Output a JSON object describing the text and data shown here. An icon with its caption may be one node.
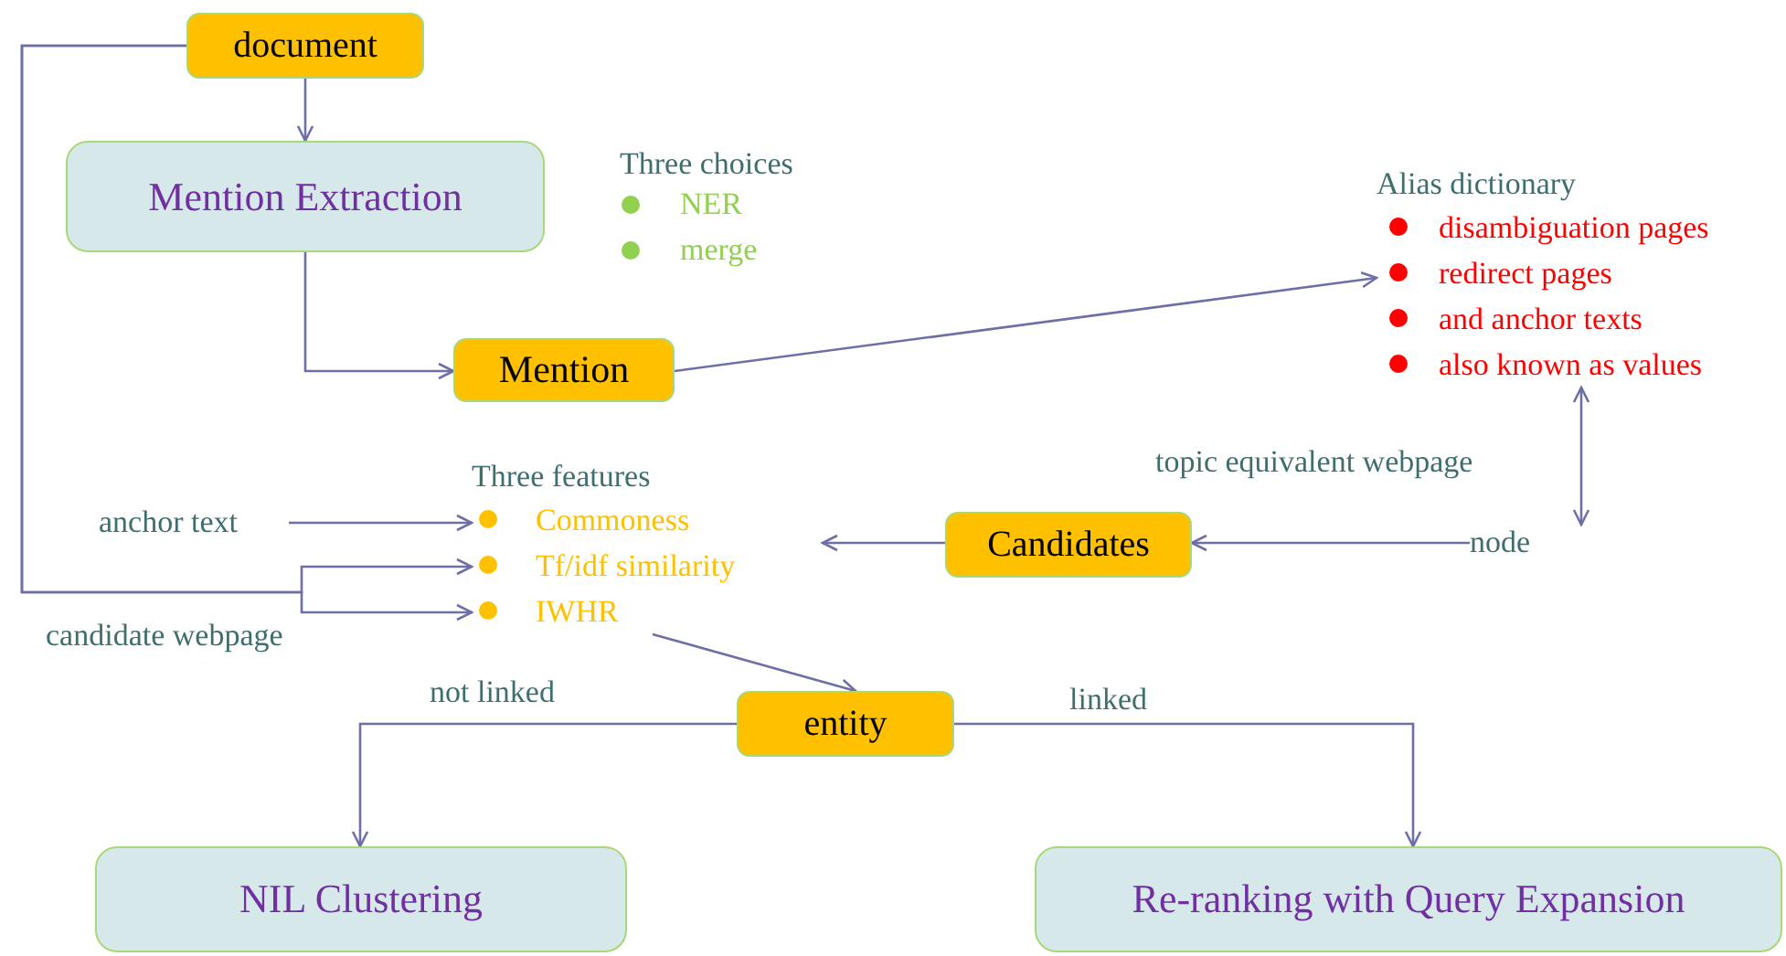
{
  "diagram": {
    "nodes": [
      {
        "text": [
          "document"
        ]
      },
      {
        "text": [
          "Mention Extraction"
        ]
      },
      {
        "text": [
          "Mention"
        ]
      },
      {
        "text": [
          "Alias dictionary",
          "disambiguation pages",
          "redirect pages",
          "and anchor texts",
          "also known as values"
        ]
      },
      {
        "text": [
          "node"
        ]
      },
      {
        "text": [
          "anchor text"
        ]
      },
      {
        "text": [
          "Three features",
          "Commoness",
          "Tf/idf similarity",
          "IWHR"
        ]
      },
      {
        "text": [
          "Candidates"
        ]
      },
      {
        "text": [
          "entity"
        ]
      },
      {
        "text": [
          "NIL Clustering"
        ]
      },
      {
        "text": [
          "Re-ranking with Query Expansion"
        ]
      }
    ],
    "edges": [
      {
        "from": 0,
        "to": 1,
        "arrow": "to"
      },
      {
        "from": 1,
        "to": 2,
        "arrow": "to"
      },
      {
        "from": 2,
        "to": 3,
        "arrow": "to"
      },
      {
        "from": 3,
        "to": 4,
        "arrow": "both",
        "label": "topic equivalent webpage"
      },
      {
        "from": 4,
        "to": 7,
        "arrow": "to"
      },
      {
        "from": 7,
        "to": 6,
        "arrow": "to"
      },
      {
        "from": 5,
        "to": 6,
        "arrow": "to"
      },
      {
        "from": 0,
        "to": 6,
        "arrow": "to",
        "label": "candidate webpage"
      },
      {
        "from": 0,
        "to": 6,
        "arrow": "to"
      },
      {
        "from": 6,
        "to": 8,
        "arrow": "to"
      },
      {
        "from": 8,
        "to": 9,
        "arrow": "to",
        "label": "not linked"
      },
      {
        "from": 8,
        "to": 10,
        "arrow": "to",
        "label": "linked"
      }
    ],
    "labels": [
      "Three choices",
      "NER",
      "merge"
    ]
  }
}
